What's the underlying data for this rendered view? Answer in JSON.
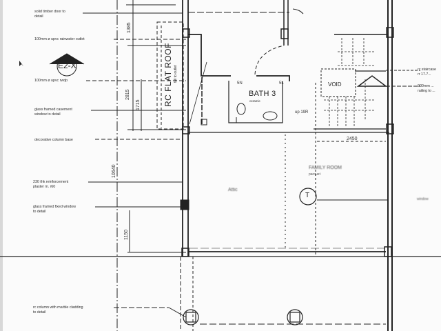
{
  "drawing": {
    "type": "architectural floor plan (scanned)",
    "section_marker": "E2-X",
    "annotations": [
      {
        "id": "door",
        "text": "solid timber door to\ndetail"
      },
      {
        "id": "rainwater",
        "text": "100mm ø upvc rainwater outlet"
      },
      {
        "id": "upvc_pipe",
        "text": "100mm ø upvc rwdp"
      },
      {
        "id": "casement",
        "text": "glass framed casement\nwindow to detail"
      },
      {
        "id": "column_base",
        "text": "decorative column base"
      },
      {
        "id": "plaster",
        "text": "230 thk reinforcement\nplaster m. r60"
      },
      {
        "id": "fixed_window",
        "text": "glass framed fixed window\nto detail"
      },
      {
        "id": "rc_column",
        "text": "rc column with marble cladding\nto detail"
      },
      {
        "id": "staircase_1",
        "text": "rc staircase\nrr 17.7..."
      },
      {
        "id": "staircase_2",
        "text": "900mm ...\nrailing to ..."
      }
    ],
    "dimensions": {
      "top_left": "1385",
      "mid_left_outer": "2815",
      "mid_left_inner": "1715",
      "long_left": "10640",
      "bottom_left": "1150",
      "stair_width": "2450",
      "stair_up": "up 19R",
      "bath_dim_a": "5N",
      "bath_dim_b": "5L"
    },
    "rooms": {
      "roof": "RC FLAT ROOF",
      "roof_sub": "fall to outlet",
      "bath": "BATH 3",
      "bath_sub": "ceramic",
      "void": "VOID",
      "family": "FAMILY ROOM",
      "family_sub": "parquet",
      "attic": "Attic",
      "right_edge": "window"
    },
    "symbols": {
      "column_marker": "T"
    }
  }
}
